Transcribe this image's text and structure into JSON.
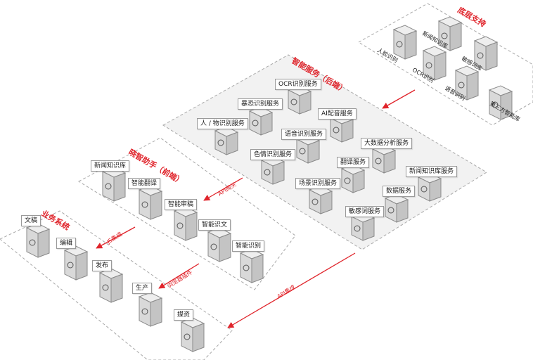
{
  "sections": {
    "base": "底层支持",
    "services": "智能服务（后端）",
    "assistant": "晓智助手（前端）",
    "business": "业务系统"
  },
  "connectors": {
    "api_gateway": "API网关",
    "js_integration": "JS集成",
    "browser_plugin": "浏览器插件",
    "api_integration": "API集成"
  },
  "base_items": [
    "新闻知识库",
    "人脸识别",
    "敏感词库",
    "OCR识别",
    "语音识别",
    "第三方智能库"
  ],
  "service_items": [
    "OCR识别服务",
    "暴恐识别服务",
    "人 / 物识别服务",
    "AI配音服务",
    "语音识别服务",
    "色情识别服务",
    "大数据分析服务",
    "翻译服务",
    "场景识别服务",
    "新闻知识库服务",
    "数据服务",
    "敏感词服务"
  ],
  "assistant_items": [
    "新闻知识库",
    "智能翻译",
    "智能审稿",
    "智能识文",
    "智能识别"
  ],
  "business_items": [
    "文稿",
    "编辑",
    "发布",
    "生产",
    "媒资"
  ],
  "colors": {
    "accent": "#e0242b",
    "platform": "#f2f2f2",
    "border": "#a0a0a0"
  }
}
